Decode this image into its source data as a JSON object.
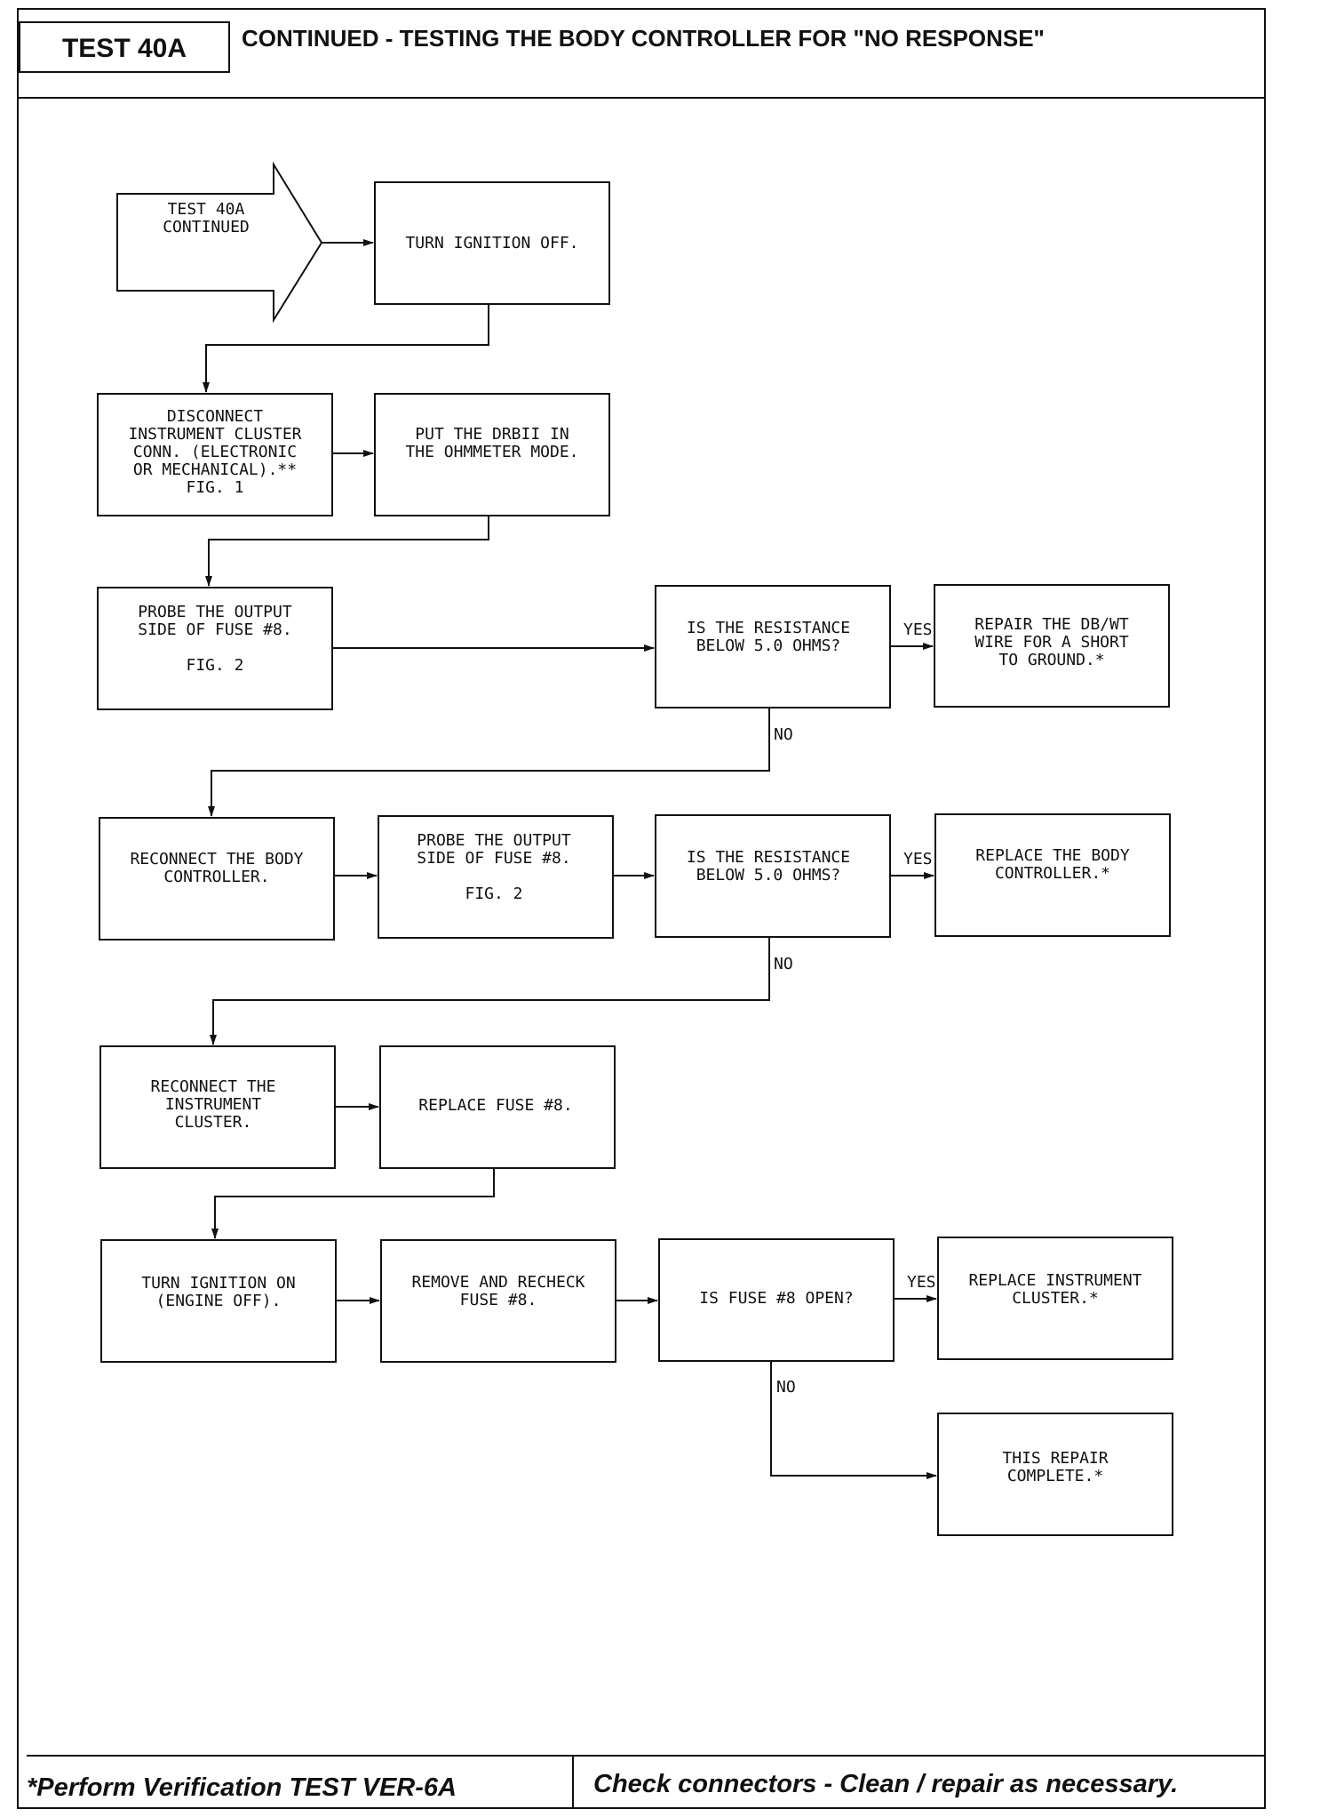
{
  "header": {
    "test_id": "TEST 40A",
    "title": "CONTINUED - TESTING THE BODY CONTROLLER FOR \"NO RESPONSE\""
  },
  "footer": {
    "left": "*Perform Verification TEST VER-6A",
    "right": "Check connectors - Clean / repair as necessary."
  },
  "flow": {
    "start": [
      "TEST 40A",
      "CONTINUED"
    ],
    "turn_ignition_off": [
      "TURN IGNITION OFF."
    ],
    "disconnect_cluster": [
      "DISCONNECT",
      "INSTRUMENT CLUSTER",
      "CONN. (ELECTRONIC",
      "OR MECHANICAL).**",
      "FIG. 1"
    ],
    "put_drbii_ohmmeter": [
      "PUT THE DRBII IN",
      "THE OHMMETER MODE."
    ],
    "probe_fuse_1": [
      "PROBE THE OUTPUT",
      "SIDE OF FUSE #8.",
      "",
      "FIG. 2"
    ],
    "resistance_q1": [
      "IS THE RESISTANCE",
      "BELOW 5.0 OHMS?"
    ],
    "repair_dbwt": [
      "REPAIR THE DB/WT",
      "WIRE FOR A SHORT",
      "TO GROUND.*"
    ],
    "reconnect_body": [
      "RECONNECT THE BODY",
      "CONTROLLER."
    ],
    "probe_fuse_2": [
      "PROBE THE OUTPUT",
      "SIDE OF FUSE #8.",
      "",
      "FIG. 2"
    ],
    "resistance_q2": [
      "IS THE RESISTANCE",
      "BELOW 5.0 OHMS?"
    ],
    "replace_body": [
      "REPLACE THE BODY",
      "CONTROLLER.*"
    ],
    "reconnect_cluster": [
      "RECONNECT THE",
      "INSTRUMENT",
      "CLUSTER."
    ],
    "replace_fuse": [
      "REPLACE FUSE #8."
    ],
    "turn_ignition_on": [
      "TURN IGNITION ON",
      "(ENGINE OFF)."
    ],
    "remove_recheck": [
      "REMOVE AND RECHECK",
      "FUSE #8."
    ],
    "fuse_open_q": [
      "IS FUSE #8 OPEN?"
    ],
    "replace_cluster": [
      "REPLACE INSTRUMENT",
      "CLUSTER.*"
    ],
    "repair_complete": [
      "THIS REPAIR",
      "COMPLETE.*"
    ]
  },
  "labels": {
    "yes": "YES",
    "no": "NO"
  }
}
